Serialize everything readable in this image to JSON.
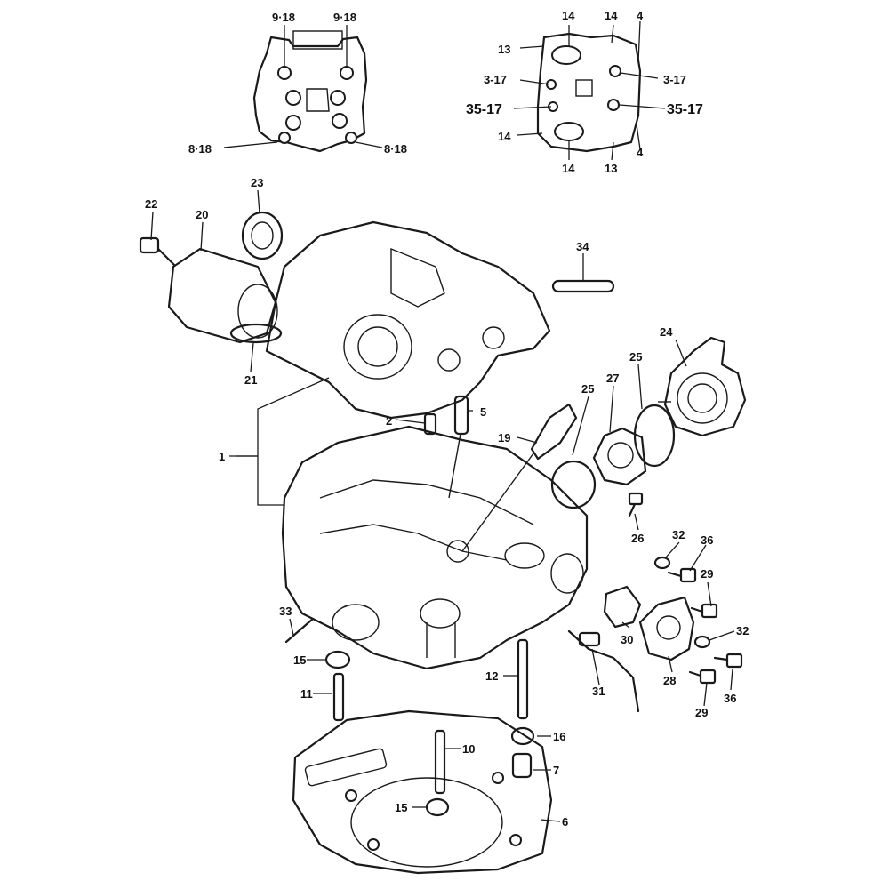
{
  "labels": {
    "l_9_18_a": "9·18",
    "l_9_18_b": "9·18",
    "l_8_18_a": "8·18",
    "l_8_18_b": "8·18",
    "l_14_a": "14",
    "l_14_b": "14",
    "l_4_a": "4",
    "l_13_a": "13",
    "l_3_17_a": "3-17",
    "l_3_17_b": "3-17",
    "l_35_17_a": "35-17",
    "l_35_17_b": "35-17",
    "l_14_c": "14",
    "l_14_d": "14",
    "l_13_b": "13",
    "l_4_b": "4",
    "l_22": "22",
    "l_20": "20",
    "l_23": "23",
    "l_21": "21",
    "l_34": "34",
    "l_24": "24",
    "l_25_a": "25",
    "l_27": "27",
    "l_25_b": "25",
    "l_2": "2",
    "l_5": "5",
    "l_19": "19",
    "l_1": "1",
    "l_26": "26",
    "l_32_a": "32",
    "l_36_a": "36",
    "l_29_a": "29",
    "l_32_b": "32",
    "l_30": "30",
    "l_28": "28",
    "l_31": "31",
    "l_29_b": "29",
    "l_36_b": "36",
    "l_33": "33",
    "l_15_a": "15",
    "l_11": "11",
    "l_12": "12",
    "l_16": "16",
    "l_7": "7",
    "l_10": "10",
    "l_15_b": "15",
    "l_6": "6"
  }
}
